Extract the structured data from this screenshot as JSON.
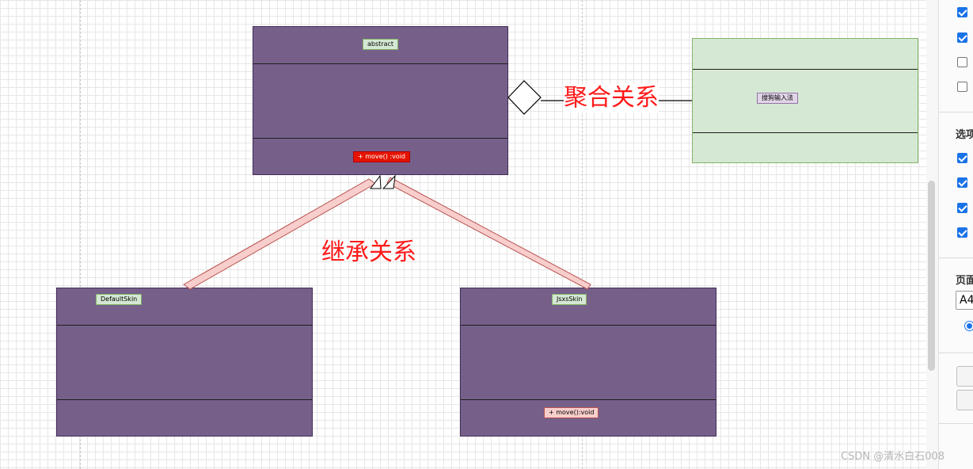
{
  "diagram": {
    "abstract_class": {
      "name": "abstract",
      "method": "+ move() :void"
    },
    "default_skin_class": {
      "name": "DefaultSkin"
    },
    "jsxs_skin_class": {
      "name": "JsxsSkin",
      "method": "+ move():void"
    },
    "input_method_class": {
      "name": "搜狗输入法"
    },
    "aggregation_label": "聚合关系",
    "inheritance_label": "继承关系"
  },
  "colors": {
    "class_fill": "#76608a",
    "class_stroke": "#432d57",
    "green_fill": "#d5e8d4",
    "green_stroke": "#82b366",
    "inherit_fill": "#f8cecc",
    "inherit_stroke": "#b85450",
    "label_red": "#ff1a1a",
    "accent_blue": "#1a73e8"
  },
  "format_panel": {
    "checkboxes_top": [
      true,
      true,
      false,
      false
    ],
    "options_heading": "选项",
    "checkboxes_options": [
      true,
      true,
      true,
      true
    ],
    "page_heading": "页面",
    "page_size": "A4",
    "radio_selected": true
  },
  "watermark": "CSDN @清水白石008"
}
